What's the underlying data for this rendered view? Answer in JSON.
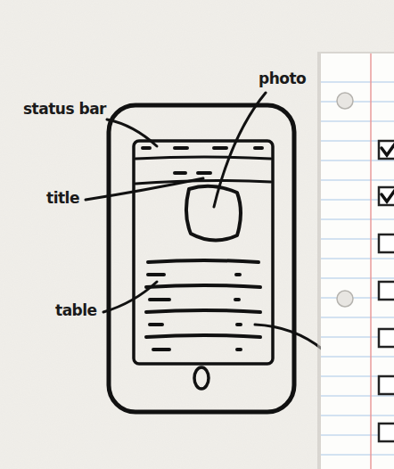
{
  "diagram": {
    "labels": [
      "photo",
      "status bar",
      "title",
      "table"
    ]
  }
}
